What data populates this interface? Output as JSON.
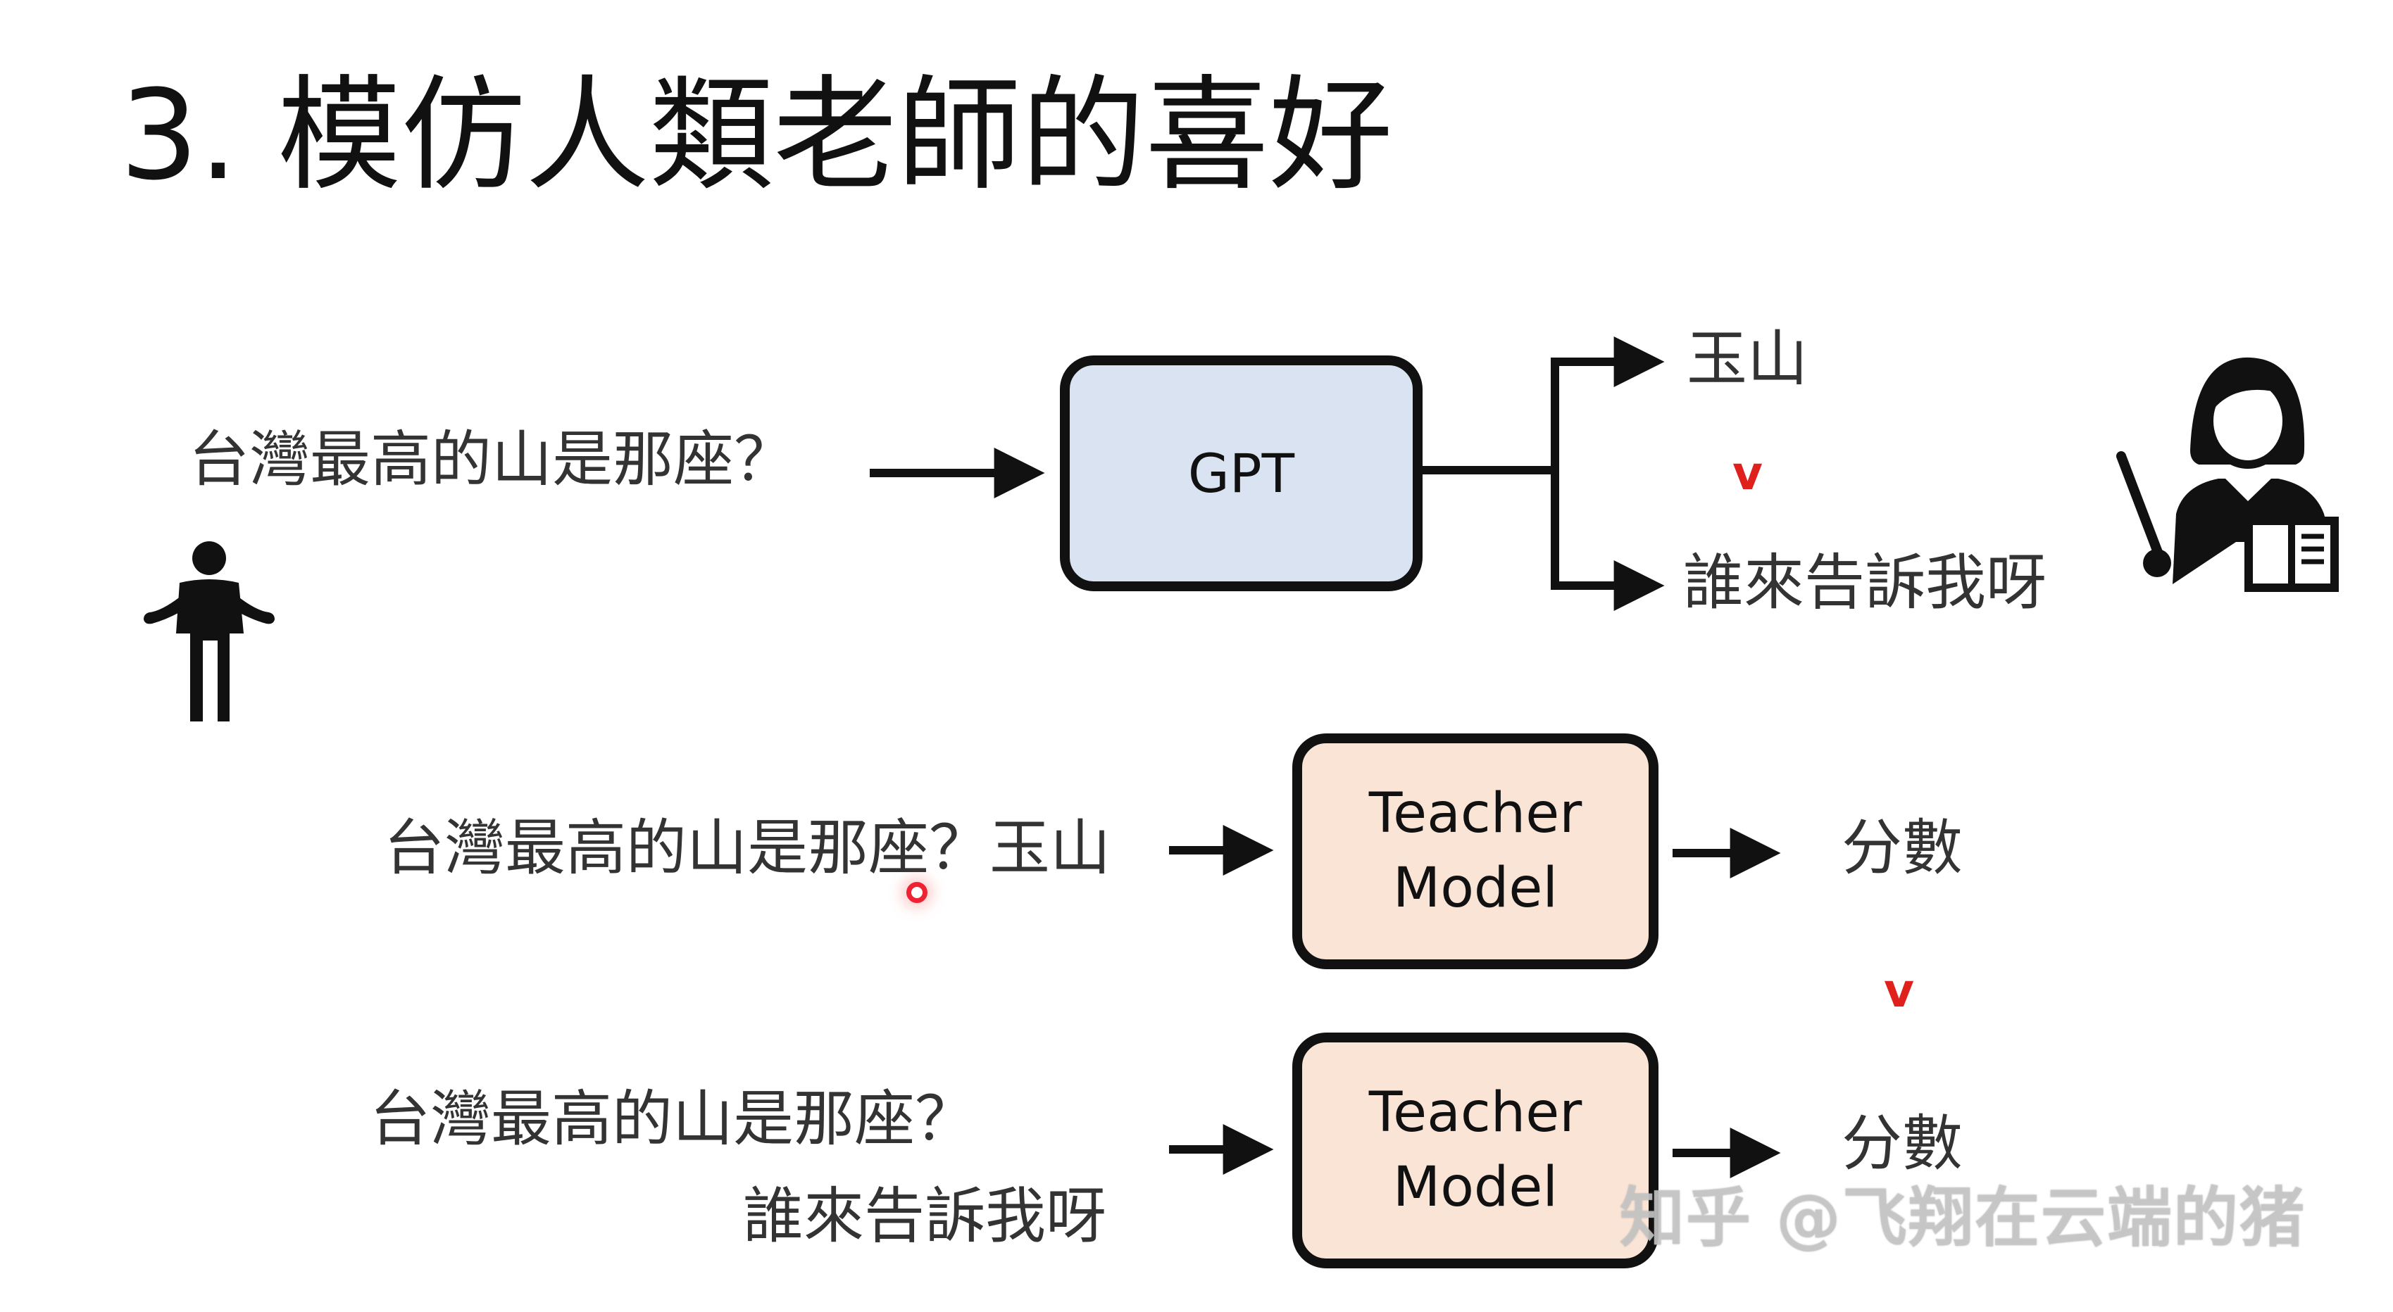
{
  "slide": {
    "title": "3. 模仿人類老師的喜好"
  },
  "top_flow": {
    "question": "台灣最高的山是那座？",
    "model_label": "GPT",
    "answer_good": "玉山",
    "comparison": "v",
    "answer_bad": "誰來告訴我呀"
  },
  "middle_flow": {
    "input": "台灣最高的山是那座？玉山",
    "model_label_line1": "Teacher",
    "model_label_line2": "Model",
    "output": "分數"
  },
  "comparison_lower": "v",
  "bottom_flow": {
    "input_line1": "台灣最高的山是那座？",
    "input_line2": "誰來告訴我呀",
    "model_label_line1": "Teacher",
    "model_label_line2": "Model",
    "output": "分數"
  },
  "watermark": "知乎 @飞翔在云端的猪",
  "colors": {
    "gpt_box": "#dae3f1",
    "teacher_box": "#f9e4d6",
    "check_mark": "#e0201d"
  },
  "icons": [
    "person-shrugging-icon",
    "teacher-with-book-icon"
  ]
}
